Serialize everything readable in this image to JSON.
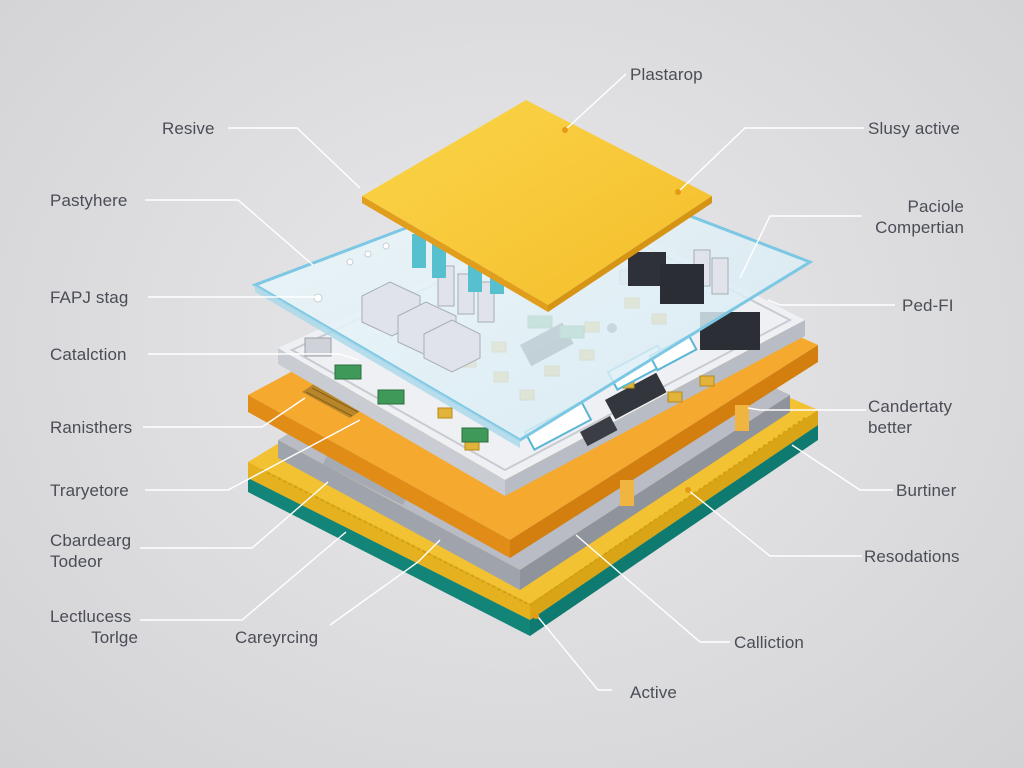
{
  "labels": {
    "plastarop": "Plastarop",
    "resive": "Resive",
    "slusy_active": "Slusy active",
    "pastyhere": "Pastyhere",
    "paciole": "Paciole",
    "compertian": "Compertian",
    "fapj_stag": "FAPJ stag",
    "ped_fi": "Ped-FI",
    "catalction": "Catalction",
    "ranisthers": "Ranisthers",
    "candertaty": "Candertaty",
    "better": "better",
    "traryetore": "Traryetore",
    "burtiner": "Burtiner",
    "cbardearg": "Cbardearg",
    "todeor": "Todeor",
    "resodations": "Resodations",
    "lectlucess": "Lectlucess",
    "torlge": "Torlge",
    "careyrcing": "Careyrcing",
    "calliction": "Calliction",
    "active": "Active"
  },
  "colors": {
    "background": "#dcdcdf",
    "top_plate": "#f7c835",
    "orange_layer": "#f3a12a",
    "yellow_base": "#f0c030",
    "teal_base": "#1aa89a",
    "glass": "#dceff6",
    "leader_line": "#ffffff"
  }
}
